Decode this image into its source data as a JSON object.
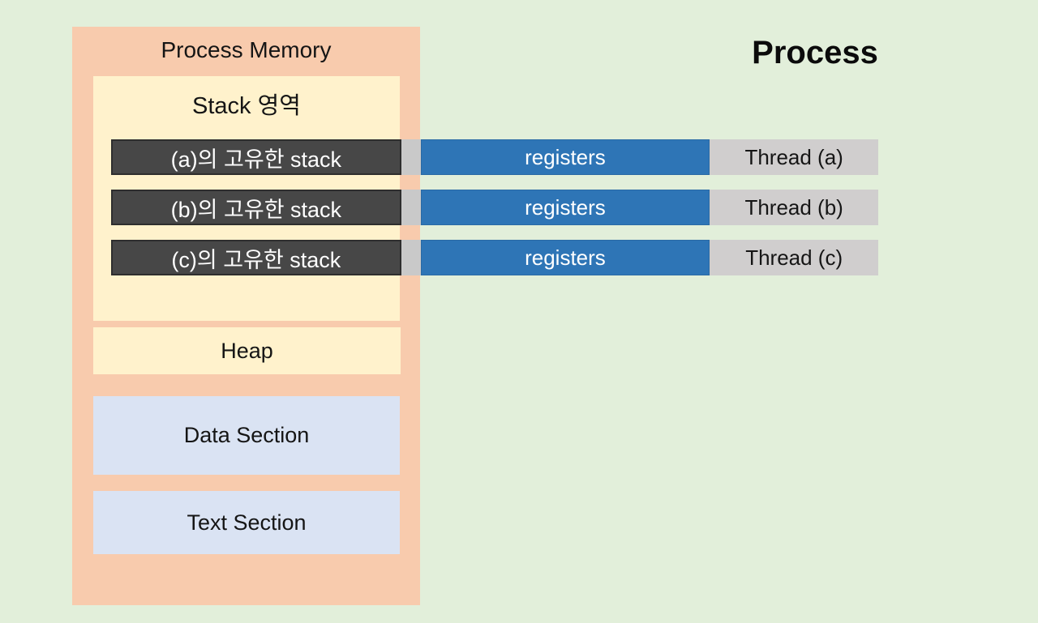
{
  "canvas": {
    "background_color": "#e2efda"
  },
  "process": {
    "title": "Process"
  },
  "memory": {
    "title": "Process Memory",
    "fill": "#f8cbad",
    "stack_region": {
      "title": "Stack 영역",
      "fill": "#fff2cc"
    },
    "heap": {
      "label": "Heap",
      "fill": "#fff2cc"
    },
    "data_section": {
      "label": "Data Section",
      "fill": "#dae3f3"
    },
    "text_section": {
      "label": "Text Section",
      "fill": "#dae3f3"
    }
  },
  "threads": [
    {
      "stack_label": "(a)의 고유한 stack",
      "registers_label": "registers",
      "thread_label": "Thread (a)"
    },
    {
      "stack_label": "(b)의 고유한 stack",
      "registers_label": "registers",
      "thread_label": "Thread (b)"
    },
    {
      "stack_label": "(c)의 고유한 stack",
      "registers_label": "registers",
      "thread_label": "Thread (c)"
    }
  ],
  "colors": {
    "stack_bar": "#474747",
    "stack_bar_border": "#2e2e2e",
    "registers_bar": "#2e75b6",
    "thread_label_bar": "#d0cece",
    "connector": "#c9c9c9"
  }
}
